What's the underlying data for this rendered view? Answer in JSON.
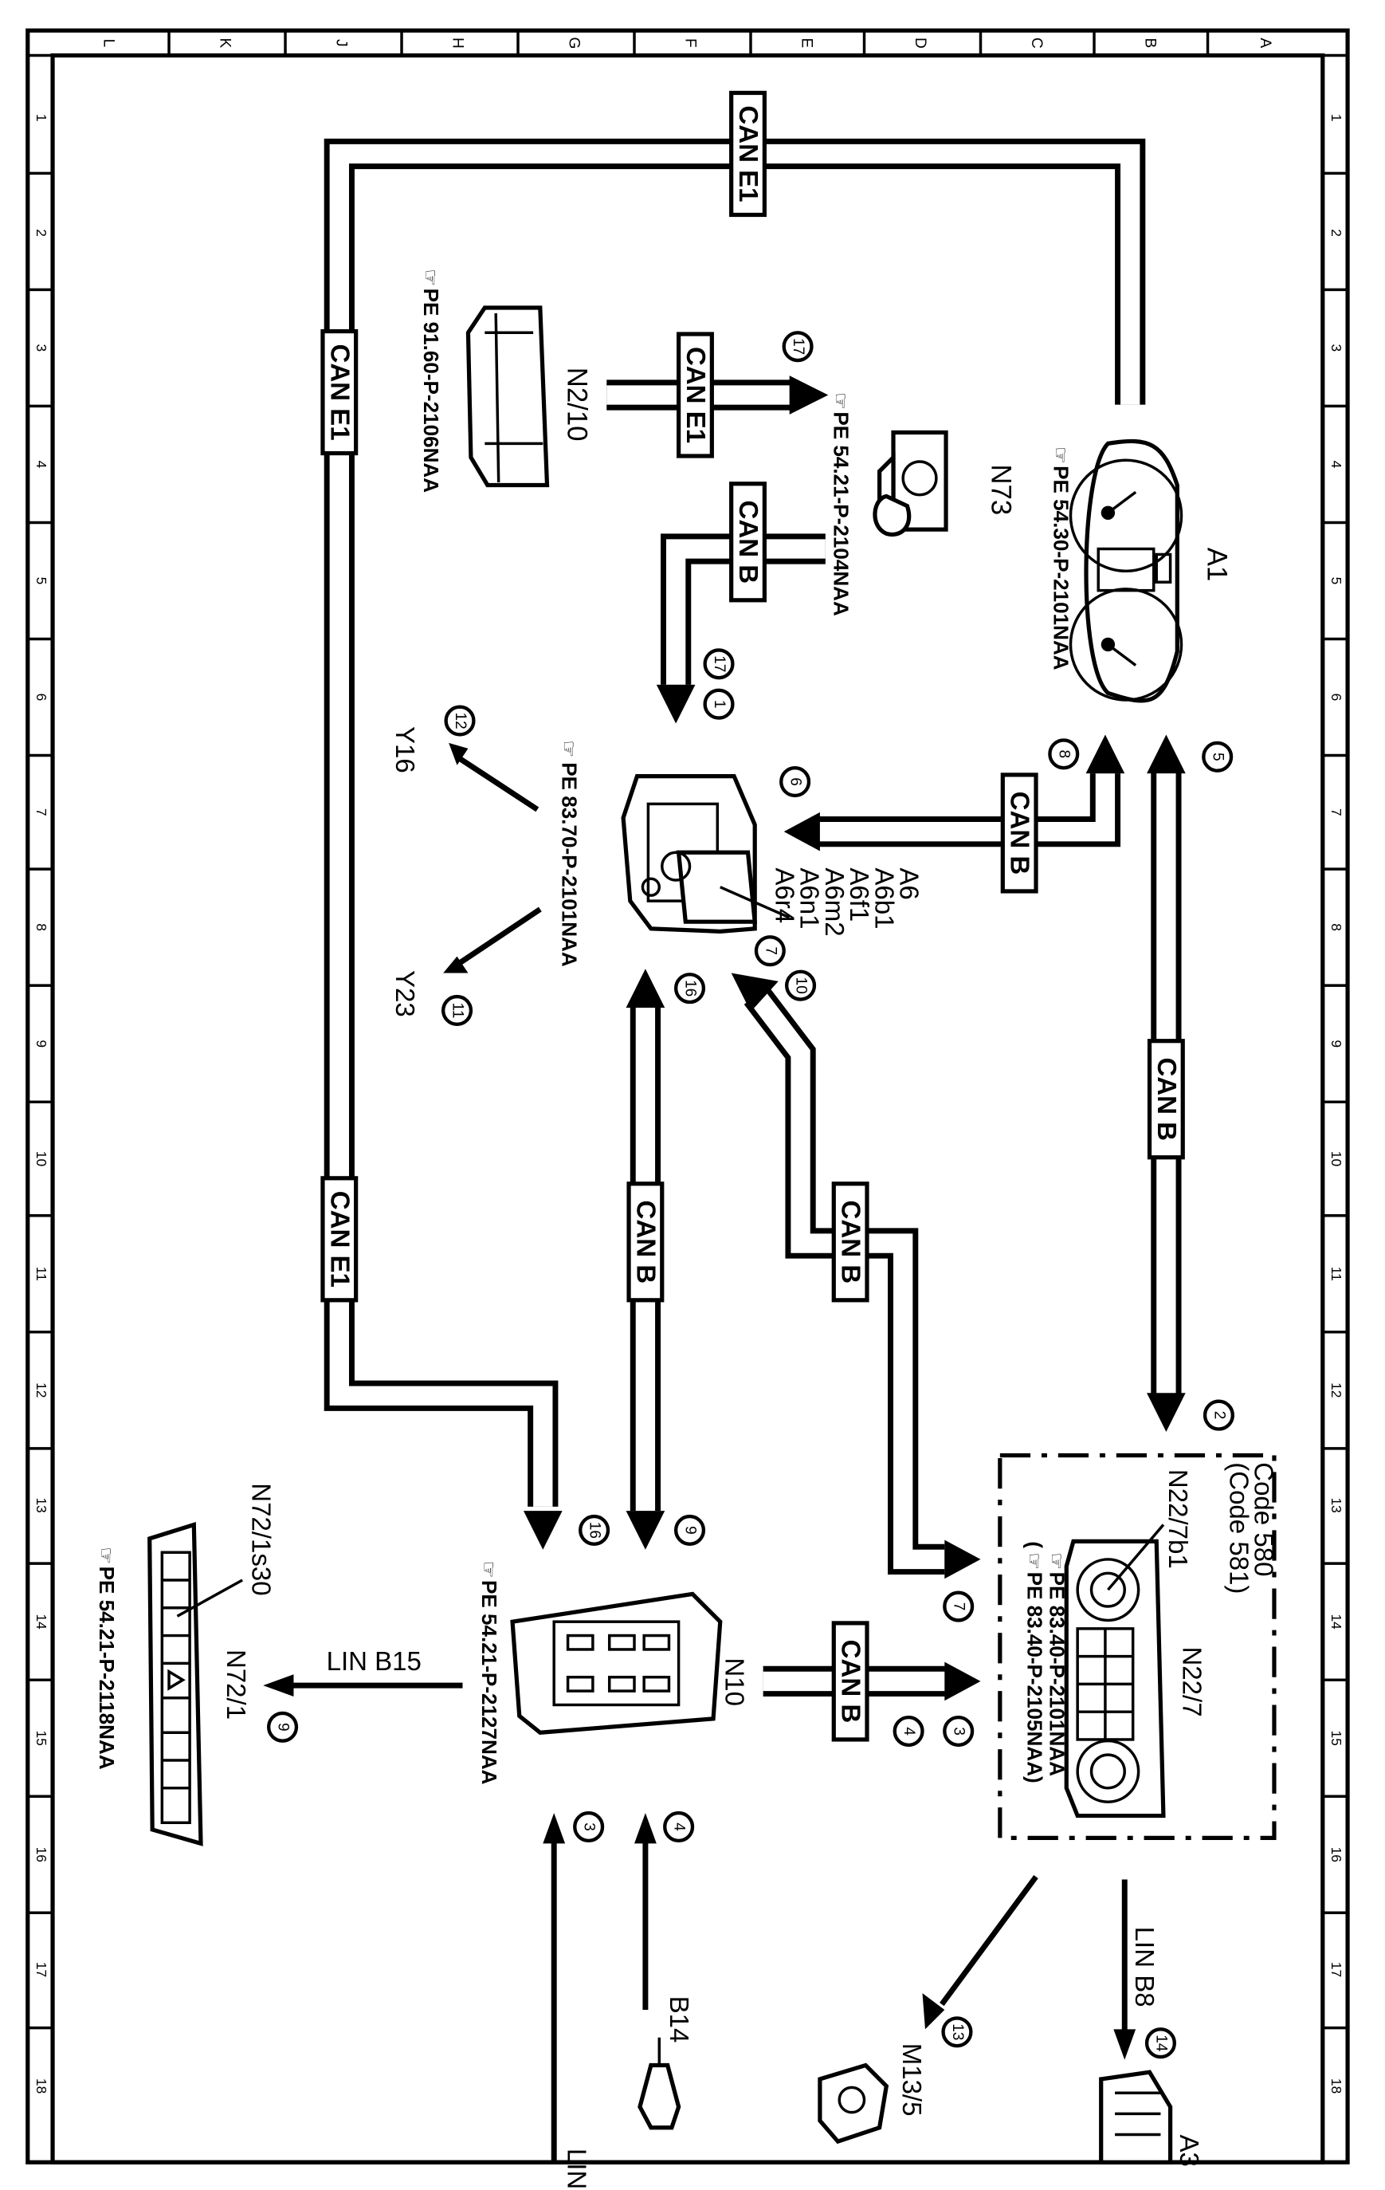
{
  "frame": {
    "zone_letters": [
      "L",
      "K",
      "J",
      "H",
      "G",
      "F",
      "E",
      "D",
      "C",
      "B",
      "A"
    ],
    "zone_numbers": [
      "1",
      "2",
      "3",
      "4",
      "5",
      "6",
      "7",
      "8",
      "9",
      "10",
      "11",
      "12",
      "13",
      "14",
      "15",
      "16",
      "17",
      "18"
    ]
  },
  "buses": {
    "can_e1": "CAN E1",
    "can_b": "CAN B",
    "lin_b15": "LIN B15",
    "lin_b8": "LIN B8",
    "lin": "LIN"
  },
  "components": {
    "a1": {
      "code": "A1",
      "ref": "PE 54.30-P-2101NAA"
    },
    "n73": {
      "code": "N73",
      "ref": "PE 54.21-P-2104NAA"
    },
    "n2_10": {
      "code": "N2/10",
      "ref": "PE 91.60-P-2106NAA"
    },
    "a6": {
      "codes": [
        "A6",
        "A6b1",
        "A6f1",
        "A6m2",
        "A6n1",
        "A6r4"
      ],
      "ref": "PE 83.70-P-2101NAA"
    },
    "y16": {
      "code": "Y16"
    },
    "y23": {
      "code": "Y23"
    },
    "n10": {
      "code": "N10",
      "ref": "PE 54.21-P-2127NAA"
    },
    "n72": {
      "code": "N72/1",
      "switch": "N72/1s30",
      "ref": "PE 54.21-P-2118NAA"
    },
    "n22": {
      "code": "N22/7",
      "sub": "N22/7b1",
      "code580": "Code 580",
      "code581": "(Code 581)",
      "ref1": "PE 83.40-P-2101NAA",
      "ref2": "PE 83.40-P-2105NAA)",
      "ref2_open": "("
    },
    "b14": {
      "code": "B14"
    },
    "m13": {
      "code": "M13/5"
    },
    "a32": {
      "code": "A3"
    }
  },
  "markers": [
    "17",
    "17",
    "1",
    "6",
    "8",
    "5",
    "12",
    "11",
    "7",
    "10",
    "16",
    "2",
    "9",
    "16",
    "7",
    "3",
    "4",
    "9",
    "3",
    "4",
    "13",
    "14"
  ]
}
